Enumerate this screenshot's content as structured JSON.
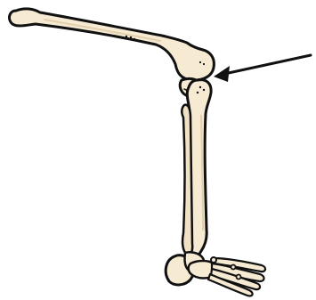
{
  "diagram": {
    "subject": "leg-skeleton",
    "colors": {
      "background": "#ffffff",
      "bone_fill": "#f6ead3",
      "bone_shade": "#e8d4b2",
      "outline": "#111111",
      "arrow": "#111111"
    },
    "parts": [
      "femur",
      "patella",
      "tibia",
      "fibula",
      "foot",
      "pointer-arrow"
    ]
  }
}
